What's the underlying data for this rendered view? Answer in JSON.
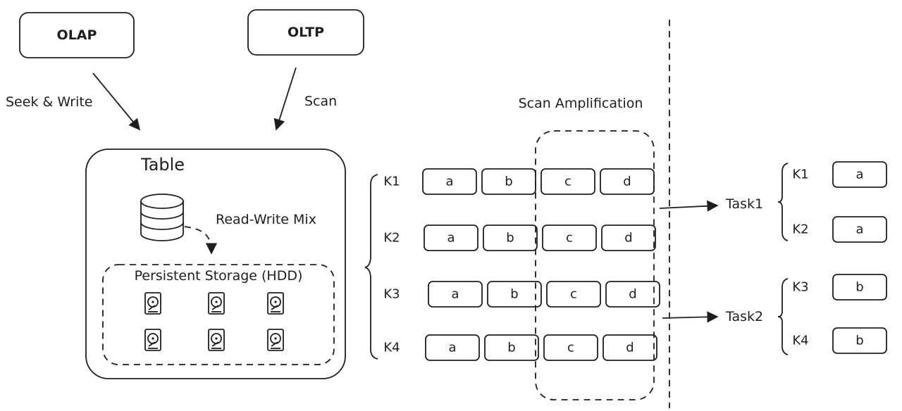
{
  "sources": {
    "olap": "OLAP",
    "oltp": "OLTP"
  },
  "edges": {
    "seek_write": "Seek & Write",
    "scan": "Scan",
    "read_write_mix": "Read-Write Mix"
  },
  "table": {
    "title": "Table",
    "storage_label": "Persistent Storage (HDD)"
  },
  "scan_amplification": "Scan Amplification",
  "rows": [
    {
      "key": "K1",
      "cells": [
        "a",
        "b",
        "c",
        "d"
      ]
    },
    {
      "key": "K2",
      "cells": [
        "a",
        "b",
        "c",
        "d"
      ]
    },
    {
      "key": "K3",
      "cells": [
        "a",
        "b",
        "c",
        "d"
      ]
    },
    {
      "key": "K4",
      "cells": [
        "a",
        "b",
        "c",
        "d"
      ]
    }
  ],
  "tasks": [
    {
      "label": "Task1",
      "items": [
        {
          "key": "K1",
          "cell": "a"
        },
        {
          "key": "K2",
          "cell": "a"
        }
      ]
    },
    {
      "label": "Task2",
      "items": [
        {
          "key": "K3",
          "cell": "b"
        },
        {
          "key": "K4",
          "cell": "b"
        }
      ]
    }
  ],
  "colors": {
    "source_fill": "#e9ecef",
    "cell_a_fill": "#ffc9c9",
    "cell_a_hatch": "#f08c8c",
    "cell_b_fill": "#d8f5a2",
    "cell_b_hatch": "#8fc75a",
    "stroke": "#1e1e1e"
  },
  "icons": {
    "database": "database-icon",
    "disk": "hard-disk-icon"
  }
}
